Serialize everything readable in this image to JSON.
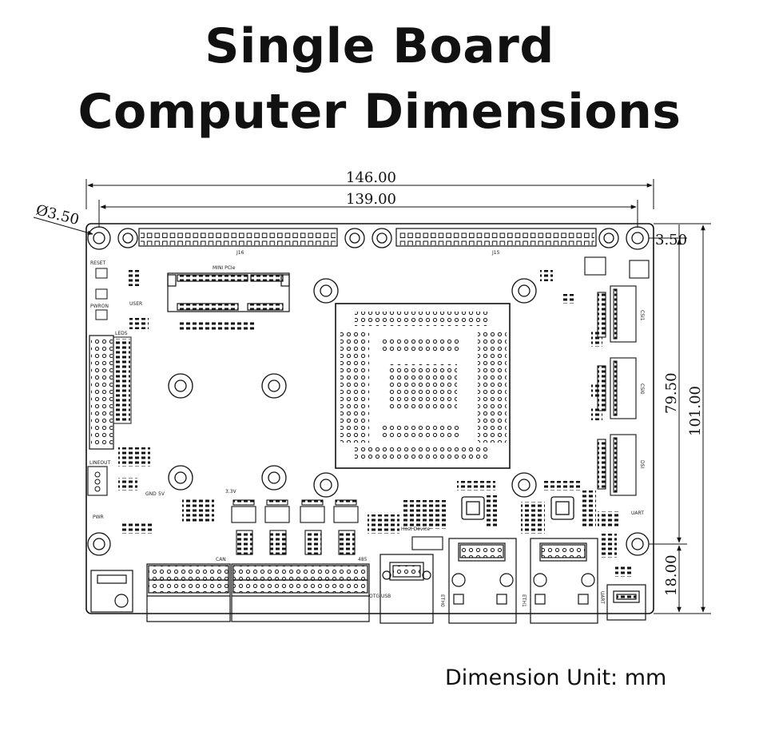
{
  "title": {
    "line1": "Single Board",
    "line2": "Computer Dimensions"
  },
  "unit_note": "Dimension Unit: mm",
  "dimensions": {
    "overall_width": "146.00",
    "hole_spacing_x": "139.00",
    "hole_diameter": "Ø3.50",
    "top_offset": "3.50",
    "overall_height": "101.00",
    "hole_spacing_y": "79.50",
    "bottom_offset": "18.00"
  },
  "labels": {
    "header_left": "J16",
    "header_right": "J15",
    "mini_pcie": "MINI PCIe",
    "reset": "RESET",
    "pwron": "PWRON",
    "user": "USER",
    "lineout": "LINEOUT",
    "can": "CAN",
    "rs485": "485",
    "otg_usb": "OTG USB",
    "eth0": "ETH0",
    "eth1": "ETH1",
    "uart": "UART",
    "csi1": "CSI1",
    "csi0": "CSI0",
    "dsi": "DSI",
    "v33": "3.3V",
    "gnd": "GND",
    "v5": "5V",
    "pwr": "PWR",
    "leds": "LEDS",
    "host_device": "Host Device"
  },
  "colors": {
    "line": "#111111",
    "background": "#ffffff"
  }
}
